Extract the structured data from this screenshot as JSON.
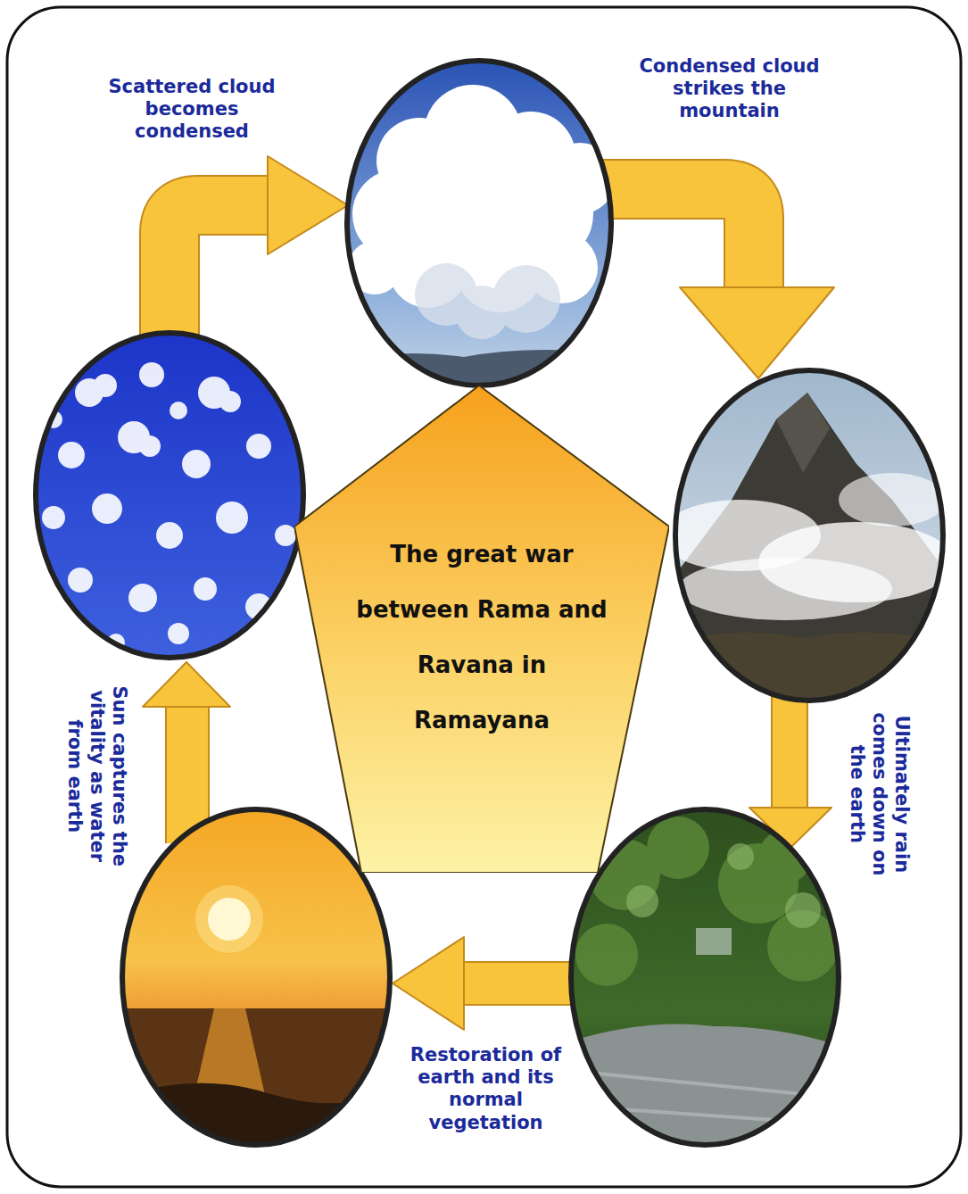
{
  "diagram": {
    "nodes": [
      {
        "text": [
          "The great war between Rama and Ravana in Ramayana"
        ]
      }
    ],
    "labels": [
      "Scattered cloud becomes condensed",
      "Condensed cloud strikes the mountain",
      "Ultimately rain comes down on the earth",
      "Restoration of earth and its normal vegetation",
      "Sun captures the vitality as water from earth"
    ]
  }
}
